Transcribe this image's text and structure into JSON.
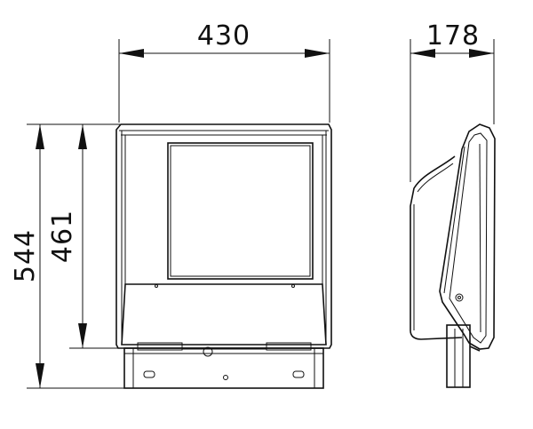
{
  "dimensions": {
    "front_width": "430",
    "side_depth": "178",
    "overall_height": "544",
    "body_height": "461"
  }
}
